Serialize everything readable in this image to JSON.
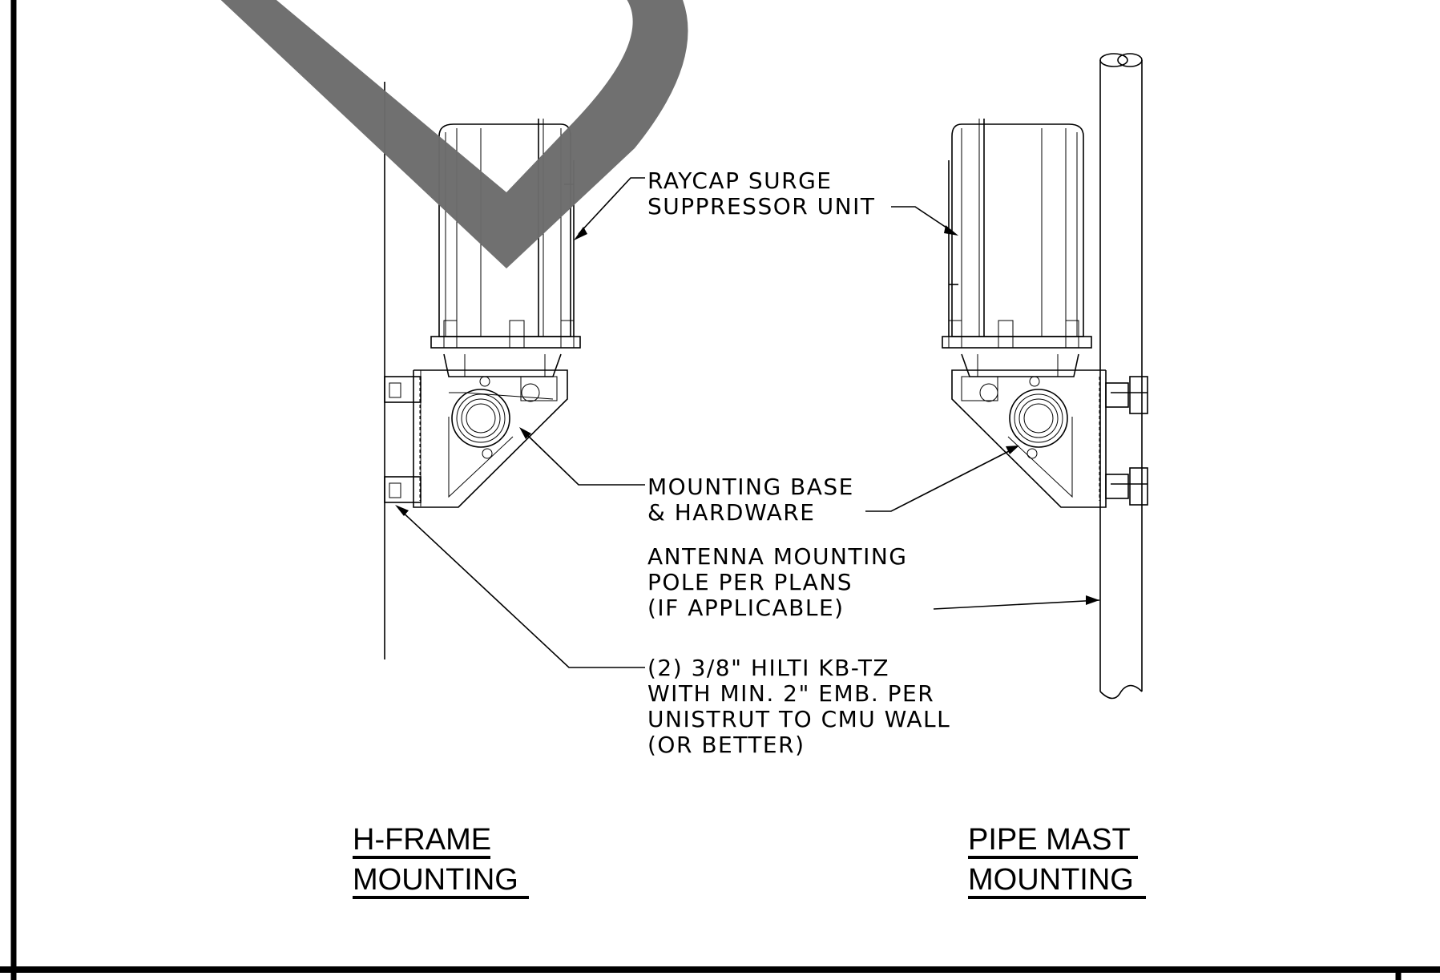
{
  "callouts": {
    "raycap_line1": "RAYCAP SURGE",
    "raycap_line2": "SUPPRESSOR UNIT",
    "base_line1": "MOUNTING BASE",
    "base_line2": "& HARDWARE",
    "pole_line1": "ANTENNA MOUNTING",
    "pole_line2": "POLE PER PLANS",
    "pole_line3": "(IF APPLICABLE)",
    "anchor_line1": "(2) 3/8\" HILTI KB-TZ",
    "anchor_line2": "WITH MIN. 2\" EMB. PER",
    "anchor_line3": "UNISTRUT TO CMU WALL",
    "anchor_line4": "(OR BETTER)"
  },
  "titles": {
    "left_line1": "H-FRAME",
    "left_line2": "MOUNTING",
    "right_line1": "PIPE MAST",
    "right_line2": "MOUNTING"
  },
  "colors": {
    "linework": "#000000",
    "checkmark_watermark": "#6b6b6b",
    "background": "#ffffff"
  }
}
